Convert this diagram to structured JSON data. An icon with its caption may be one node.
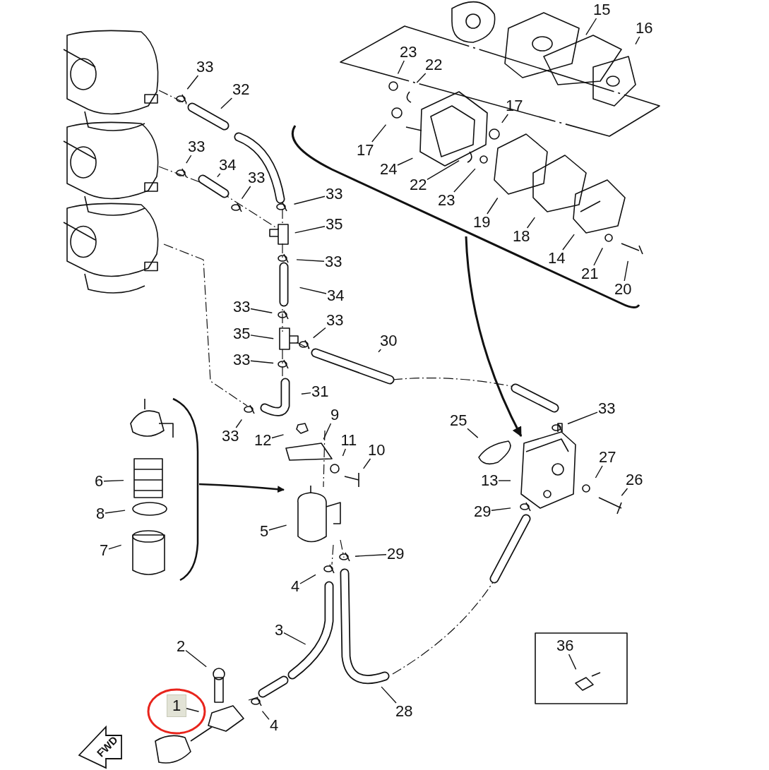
{
  "diagram": {
    "nodes": [
      {
        "text": [
          "15"
        ]
      },
      {
        "text": [
          "16"
        ]
      },
      {
        "text": [
          "23"
        ]
      },
      {
        "text": [
          "22"
        ]
      },
      {
        "text": [
          "17"
        ]
      },
      {
        "text": [
          "17"
        ]
      },
      {
        "text": [
          "24"
        ]
      },
      {
        "text": [
          "22"
        ]
      },
      {
        "text": [
          "23"
        ]
      },
      {
        "text": [
          "19"
        ]
      },
      {
        "text": [
          "18"
        ]
      },
      {
        "text": [
          "14"
        ]
      },
      {
        "text": [
          "21"
        ]
      },
      {
        "text": [
          "20"
        ]
      },
      {
        "text": [
          "33"
        ]
      },
      {
        "text": [
          "32"
        ]
      },
      {
        "text": [
          "33"
        ]
      },
      {
        "text": [
          "34"
        ]
      },
      {
        "text": [
          "33"
        ]
      },
      {
        "text": [
          "33"
        ]
      },
      {
        "text": [
          "35"
        ]
      },
      {
        "text": [
          "33"
        ]
      },
      {
        "text": [
          "34"
        ]
      },
      {
        "text": [
          "33"
        ]
      },
      {
        "text": [
          "33"
        ]
      },
      {
        "text": [
          "35"
        ]
      },
      {
        "text": [
          "33"
        ]
      },
      {
        "text": [
          "30"
        ]
      },
      {
        "text": [
          "31"
        ]
      },
      {
        "text": [
          "33"
        ]
      },
      {
        "text": [
          "9"
        ]
      },
      {
        "text": [
          "12"
        ]
      },
      {
        "text": [
          "11"
        ]
      },
      {
        "text": [
          "10"
        ]
      },
      {
        "text": [
          "6"
        ]
      },
      {
        "text": [
          "8"
        ]
      },
      {
        "text": [
          "7"
        ]
      },
      {
        "text": [
          "5"
        ]
      },
      {
        "text": [
          "4"
        ]
      },
      {
        "text": [
          "29"
        ]
      },
      {
        "text": [
          "25"
        ]
      },
      {
        "text": [
          "33"
        ]
      },
      {
        "text": [
          "27"
        ]
      },
      {
        "text": [
          "26"
        ]
      },
      {
        "text": [
          "13"
        ]
      },
      {
        "text": [
          "29"
        ]
      },
      {
        "text": [
          "3"
        ]
      },
      {
        "text": [
          "28"
        ]
      },
      {
        "text": [
          "2"
        ]
      },
      {
        "text": [
          "1"
        ]
      },
      {
        "text": [
          "4"
        ]
      },
      {
        "text": [
          "36"
        ]
      }
    ],
    "edges": [
      {
        "from": 0,
        "to": null,
        "arrow": "none"
      },
      {
        "from": 1,
        "to": null,
        "arrow": "none"
      },
      {
        "from": 2,
        "to": null,
        "arrow": "none"
      },
      {
        "from": 3,
        "to": null,
        "arrow": "none"
      },
      {
        "from": 4,
        "to": null,
        "arrow": "none"
      },
      {
        "from": 5,
        "to": null,
        "arrow": "none"
      },
      {
        "from": 6,
        "to": null,
        "arrow": "none"
      },
      {
        "from": 7,
        "to": null,
        "arrow": "none"
      },
      {
        "from": 8,
        "to": null,
        "arrow": "none"
      },
      {
        "from": 9,
        "to": null,
        "arrow": "none"
      },
      {
        "from": 10,
        "to": null,
        "arrow": "none"
      },
      {
        "from": 11,
        "to": null,
        "arrow": "none"
      },
      {
        "from": 12,
        "to": null,
        "arrow": "none"
      },
      {
        "from": 13,
        "to": null,
        "arrow": "none"
      },
      {
        "from": 14,
        "to": null,
        "arrow": "none"
      },
      {
        "from": 15,
        "to": null,
        "arrow": "none"
      },
      {
        "from": 16,
        "to": null,
        "arrow": "none"
      },
      {
        "from": 17,
        "to": null,
        "arrow": "none"
      },
      {
        "from": 18,
        "to": null,
        "arrow": "none"
      },
      {
        "from": 19,
        "to": null,
        "arrow": "none"
      },
      {
        "from": 20,
        "to": null,
        "arrow": "none"
      },
      {
        "from": 21,
        "to": null,
        "arrow": "none"
      },
      {
        "from": 22,
        "to": null,
        "arrow": "none"
      },
      {
        "from": 23,
        "to": null,
        "arrow": "none"
      },
      {
        "from": 24,
        "to": null,
        "arrow": "none"
      },
      {
        "from": 25,
        "to": null,
        "arrow": "none"
      },
      {
        "from": 26,
        "to": null,
        "arrow": "none"
      },
      {
        "from": 27,
        "to": null,
        "arrow": "none"
      },
      {
        "from": 28,
        "to": null,
        "arrow": "none"
      },
      {
        "from": 29,
        "to": null,
        "arrow": "none"
      },
      {
        "from": 30,
        "to": null,
        "arrow": "none"
      },
      {
        "from": 31,
        "to": null,
        "arrow": "none"
      },
      {
        "from": 32,
        "to": null,
        "arrow": "none"
      },
      {
        "from": 33,
        "to": null,
        "arrow": "none"
      },
      {
        "from": 34,
        "to": null,
        "arrow": "none"
      },
      {
        "from": 35,
        "to": null,
        "arrow": "none"
      },
      {
        "from": 36,
        "to": null,
        "arrow": "none"
      },
      {
        "from": 37,
        "to": null,
        "arrow": "none"
      },
      {
        "from": 38,
        "to": null,
        "arrow": "none"
      },
      {
        "from": 39,
        "to": null,
        "arrow": "none"
      },
      {
        "from": 40,
        "to": null,
        "arrow": "none"
      },
      {
        "from": 41,
        "to": null,
        "arrow": "none"
      },
      {
        "from": 42,
        "to": null,
        "arrow": "none"
      },
      {
        "from": 43,
        "to": null,
        "arrow": "none"
      },
      {
        "from": 44,
        "to": null,
        "arrow": "none"
      },
      {
        "from": 45,
        "to": null,
        "arrow": "none"
      },
      {
        "from": 46,
        "to": null,
        "arrow": "none"
      },
      {
        "from": 47,
        "to": null,
        "arrow": "none"
      },
      {
        "from": 48,
        "to": null,
        "arrow": "none"
      },
      {
        "from": 49,
        "to": null,
        "arrow": "none"
      },
      {
        "from": 50,
        "to": null,
        "arrow": "none"
      },
      {
        "from": 51,
        "to": null,
        "arrow": "none"
      }
    ],
    "labels": [
      "FWD"
    ]
  }
}
